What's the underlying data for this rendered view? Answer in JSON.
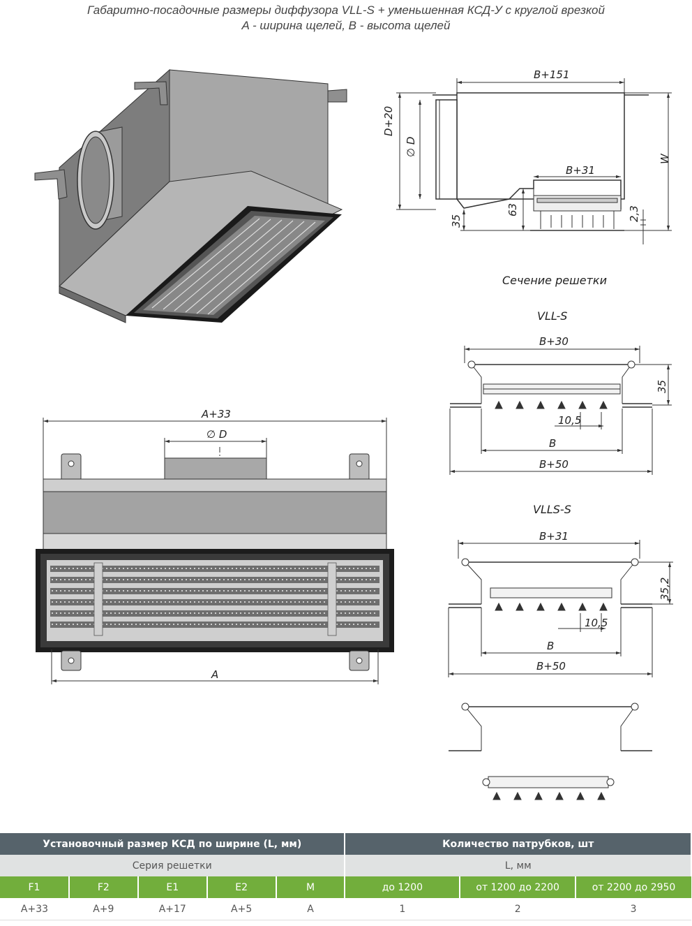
{
  "title": {
    "line1": "Габаритно-посадочные размеры диффузора VLL-S + уменьшенная КСД-У с круглой врезкой",
    "line2": "A - ширина щелей, В - высота щелей"
  },
  "side_view": {
    "dim_width": "B+151",
    "dim_inner": "B+31",
    "dim_outer_h": "D+20",
    "dim_diam": "∅ D",
    "dim_w": "W",
    "dim_63": "63",
    "dim_35": "35",
    "dim_23": "2,3"
  },
  "front_view": {
    "dim_top": "A+33",
    "dim_diam": "∅ D",
    "dim_bottom": "A"
  },
  "section": {
    "caption": "Сечение решетки",
    "vll": {
      "name": "VLL-S",
      "dim_top": "B+30",
      "dim_h": "35",
      "dim_step": "10,5",
      "dim_b": "B",
      "dim_bottom": "B+50"
    },
    "vlls": {
      "name": "VLLS-S",
      "dim_top": "B+31",
      "dim_h": "35,2",
      "dim_step": "10,5",
      "dim_b": "B",
      "dim_bottom": "B+50"
    }
  },
  "table": {
    "header_left": "Установочный размер КСД по ширине (L, мм)",
    "header_right": "Количество патрубков, шт",
    "sub_left": "Серия решетки",
    "sub_right": "L, мм",
    "series": [
      "F1",
      "F2",
      "E1",
      "E2",
      "M"
    ],
    "ranges": [
      "до 1200",
      "от 1200 до 2200",
      "от 2200 до 2950"
    ],
    "values": [
      "A+33",
      "A+9",
      "A+17",
      "A+5",
      "A"
    ],
    "counts": [
      "1",
      "2",
      "3"
    ]
  },
  "colors": {
    "header_dark": "#56636b",
    "header_light": "#e0e2e2",
    "header_green": "#72ae3c",
    "metal": "#9d9d9d"
  }
}
